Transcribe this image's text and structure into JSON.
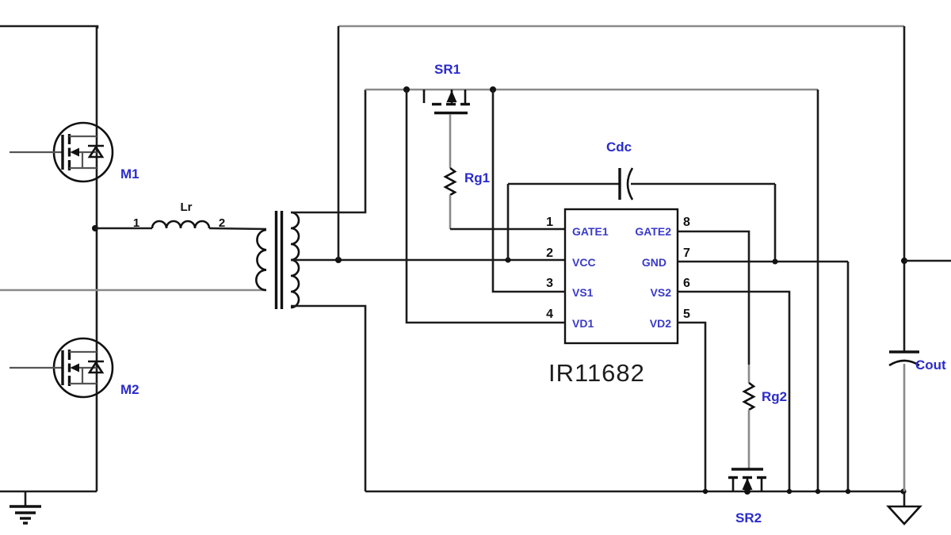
{
  "diagram_type": "circuit-schematic",
  "labels": {
    "m1": "M1",
    "m2": "M2",
    "lr": "Lr",
    "lr_terminal_1": "1",
    "lr_terminal_2": "2",
    "sr1": "SR1",
    "sr2": "SR2",
    "rg1": "Rg1",
    "rg2": "Rg2",
    "cdc": "Cdc",
    "cout": "Cout"
  },
  "ic": {
    "part_number": "IR11682",
    "pins_left": [
      {
        "number": "1",
        "name": "GATE1"
      },
      {
        "number": "2",
        "name": "VCC"
      },
      {
        "number": "3",
        "name": "VS1"
      },
      {
        "number": "4",
        "name": "VD1"
      }
    ],
    "pins_right": [
      {
        "number": "8",
        "name": "GATE2"
      },
      {
        "number": "7",
        "name": "GND"
      },
      {
        "number": "6",
        "name": "VS2"
      },
      {
        "number": "5",
        "name": "VD2"
      }
    ]
  },
  "colors": {
    "label_blue": "#2b2bcb",
    "pin_name_blue": "#3a3ac9",
    "wire_black": "#1c1c1c",
    "wire_gray": "#8a8a8a",
    "background": "#ffffff"
  }
}
